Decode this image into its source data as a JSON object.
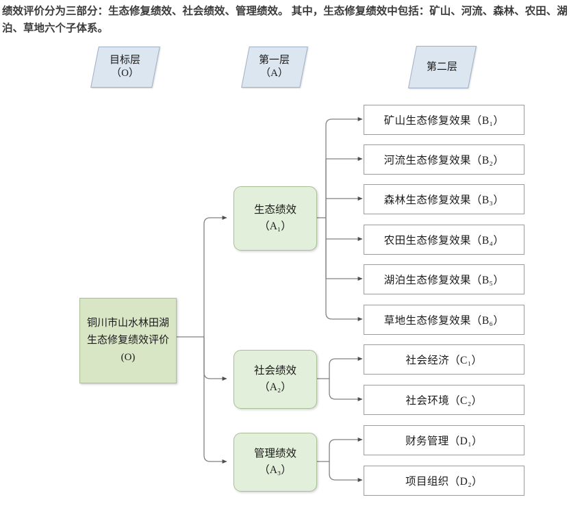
{
  "caption": {
    "text": "绩效评价分为三部分：生态修复绩效、社会绩效、管理绩效。 其中，生态修复绩效中包括：矿山、河流、森林、农田、湖泊、草地六个子体系。"
  },
  "colors": {
    "header_fill": "#dce6f1",
    "header_stroke": "#9fb0c4",
    "goal_fill": "#d8e6c6",
    "goal_stroke": "#aabf93",
    "criteria_fill": "#e2efda",
    "criteria_stroke": "#a9bf96",
    "indicator_fill": "#ffffff",
    "indicator_stroke": "#9b9b9b",
    "connector": "#808080"
  },
  "layer_headers": [
    {
      "id": "layer-goal",
      "label": "目标层\n（O）"
    },
    {
      "id": "layer-first",
      "label": "第一层\n（A）"
    },
    {
      "id": "layer-second",
      "label": "第二层"
    }
  ],
  "goal": {
    "id": "goal-O",
    "label": "铜川市山水林田湖生态修复绩效评价(O)"
  },
  "criteria": [
    {
      "id": "A1",
      "name": "生态绩效",
      "code": "A",
      "index": "1",
      "label": "生态绩效\n（A₁）"
    },
    {
      "id": "A2",
      "name": "社会绩效",
      "code": "A",
      "index": "2",
      "label": "社会绩效\n（A₂）"
    },
    {
      "id": "A3",
      "name": "管理绩效",
      "code": "A",
      "index": "3",
      "label": "管理绩效\n（A₃）"
    }
  ],
  "indicators": {
    "A1": [
      {
        "id": "B1",
        "name": "矿山生态修复效果",
        "code": "B",
        "index": "1",
        "label": "矿山生态修复效果（B₁）"
      },
      {
        "id": "B2",
        "name": "河流生态修复效果",
        "code": "B",
        "index": "2",
        "label": "河流生态修复效果（B₂）"
      },
      {
        "id": "B3",
        "name": "森林生态修复效果",
        "code": "B",
        "index": "3",
        "label": "森林生态修复效果（B₃）"
      },
      {
        "id": "B4",
        "name": "农田生态修复效果",
        "code": "B",
        "index": "4",
        "label": "农田生态修复效果（B₄）"
      },
      {
        "id": "B5",
        "name": "湖泊生态修复效果",
        "code": "B",
        "index": "5",
        "label": "湖泊生态修复效果（B₅）"
      },
      {
        "id": "B6",
        "name": "草地生态修复效果",
        "code": "B",
        "index": "6",
        "label": "草地生态修复效果（B₆）"
      }
    ],
    "A2": [
      {
        "id": "C1",
        "name": "社会经济",
        "code": "C",
        "index": "1",
        "label": "社会经济（C₁）"
      },
      {
        "id": "C2",
        "name": "社会环境",
        "code": "C",
        "index": "2",
        "label": "社会环境（C₂）"
      }
    ],
    "A3": [
      {
        "id": "D1",
        "name": "财务管理",
        "code": "D",
        "index": "1",
        "label": "财务管理（D₁）"
      },
      {
        "id": "D2",
        "name": "项目组织",
        "code": "D",
        "index": "2",
        "label": "项目组织（D₂）"
      }
    ]
  }
}
